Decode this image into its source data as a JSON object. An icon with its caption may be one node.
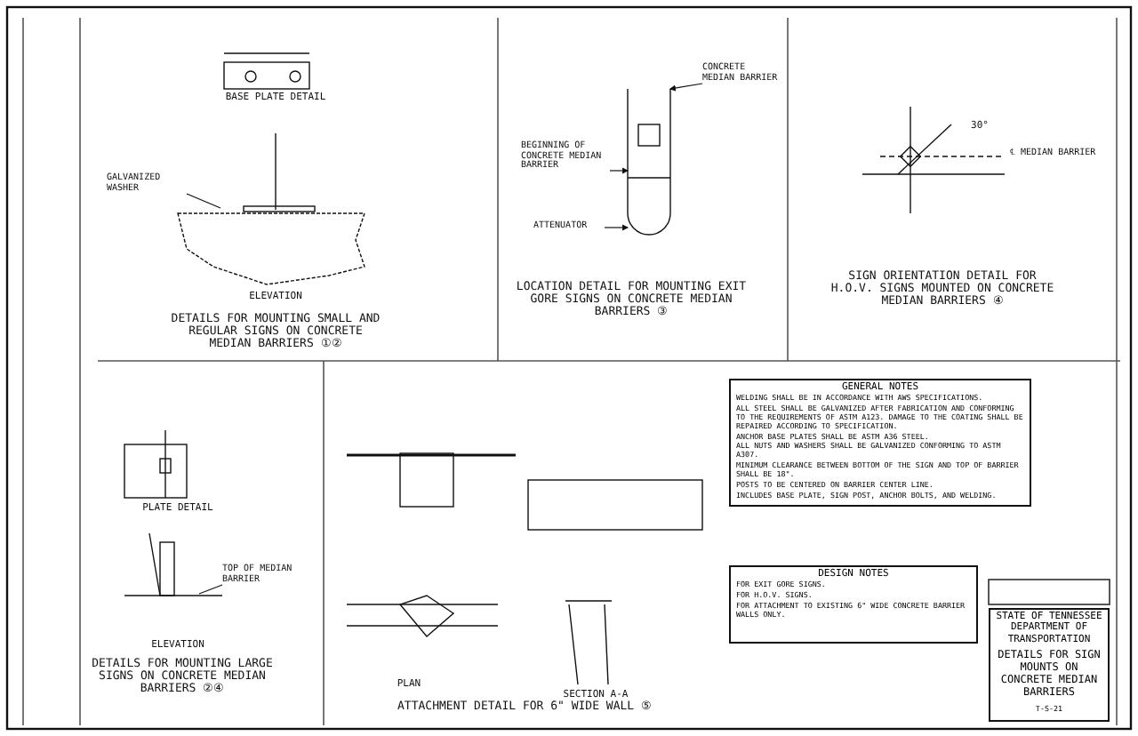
{
  "diagram": {
    "nodes": [
      {
        "text": [
          "GENERAL NOTES",
          "WELDING SHALL BE IN ACCORDANCE WITH AWS SPECIFICATIONS.",
          "ALL STEEL SHALL BE GALVANIZED AFTER FABRICATION AND CONFORMING TO THE REQUIREMENTS OF ASTM A123. DAMAGE TO THE COATING SHALL BE REPAIRED ACCORDING TO SPECIFICATION.",
          "ANCHOR BASE PLATES SHALL BE ASTM A36 STEEL.",
          "ALL NUTS AND WASHERS SHALL BE GALVANIZED CONFORMING TO ASTM A307.",
          "MINIMUM CLEARANCE BETWEEN BOTTOM OF THE SIGN AND TOP OF BARRIER SHALL BE 18\".",
          "POSTS TO BE CENTERED ON BARRIER CENTER LINE.",
          "INCLUDES BASE PLATE, SIGN POST, ANCHOR BOLTS, AND WELDING."
        ]
      },
      {
        "text": [
          "DESIGN NOTES",
          "FOR EXIT GORE SIGNS.",
          "FOR H.O.V. SIGNS.",
          "FOR ATTACHMENT TO EXISTING 6\" WIDE CONCRETE BARRIER WALLS ONLY."
        ]
      },
      {
        "text": [
          "STATE OF TENNESSEE DEPARTMENT OF TRANSPORTATION",
          "DETAILS FOR SIGN MOUNTS ON CONCRETE MEDIAN BARRIERS",
          "T-S-21"
        ]
      },
      {
        "text": [
          "GALVANIZED WASHER"
        ]
      },
      {
        "text": [
          "CONCRETE MEDIAN BARRIER"
        ]
      },
      {
        "text": [
          "BEGINNING OF CONCRETE MEDIAN BARRIER"
        ]
      },
      {
        "text": [
          "ATTENUATOR"
        ]
      },
      {
        "text": [
          "℄ MEDIAN BARRIER"
        ]
      },
      {
        "text": [
          "TOP OF MEDIAN BARRIER"
        ]
      },
      {
        "text": [],
        "shape": "picture"
      }
    ],
    "edges": [
      {
        "from": 3,
        "to": null,
        "arrow": "none"
      },
      {
        "from": 4,
        "to": 9,
        "arrow": "to"
      },
      {
        "from": 5,
        "to": 9,
        "arrow": "to"
      },
      {
        "from": 6,
        "to": 9,
        "arrow": "to"
      },
      {
        "from": 8,
        "to": null,
        "arrow": "none"
      }
    ],
    "labels": [
      "BASE PLATE DETAIL",
      "ELEVATION",
      "DETAILS FOR MOUNTING SMALL AND REGULAR SIGNS ON CONCRETE MEDIAN BARRIERS ①②",
      "LOCATION DETAIL FOR MOUNTING EXIT GORE SIGNS ON CONCRETE MEDIAN BARRIERS ③",
      "30°",
      "SIGN ORIENTATION DETAIL FOR H.O.V. SIGNS MOUNTED ON CONCRETE MEDIAN BARRIERS ④",
      "PLATE DETAIL",
      "ELEVATION",
      "DETAILS FOR MOUNTING LARGE SIGNS ON CONCRETE MEDIAN BARRIERS ②④",
      "PLAN",
      "SECTION A-A",
      "ATTACHMENT DETAIL FOR 6\" WIDE WALL ⑤"
    ]
  }
}
